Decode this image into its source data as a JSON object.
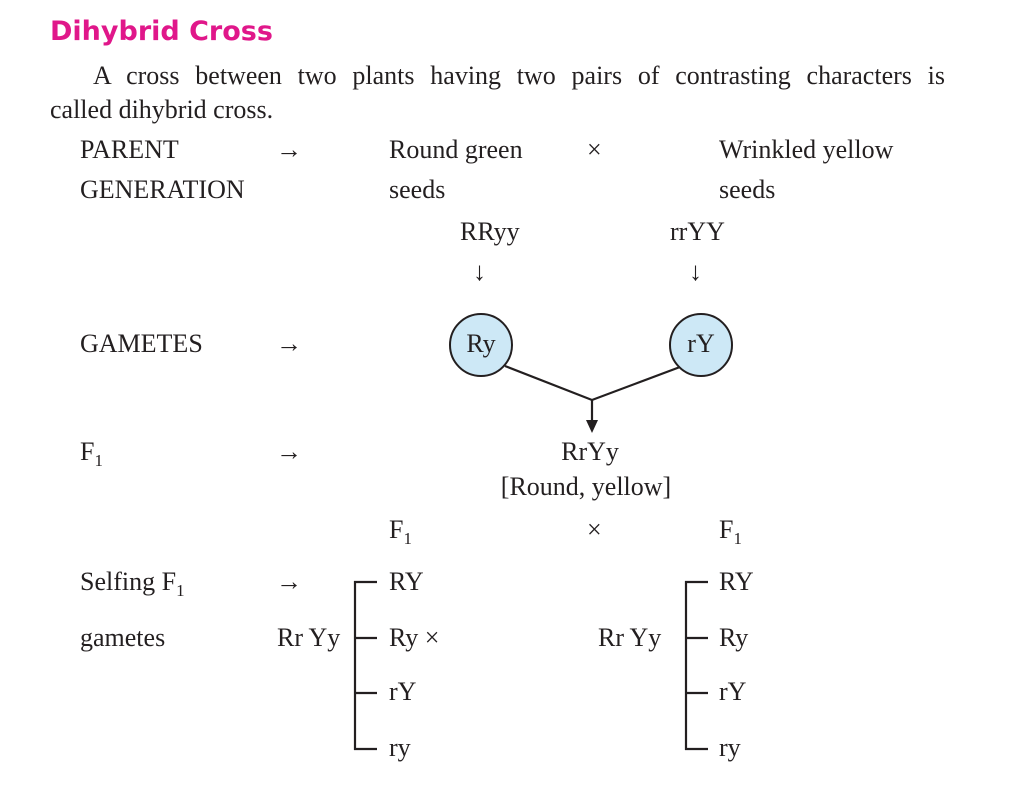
{
  "title": "Dihybrid Cross",
  "intro": {
    "line1": "A cross between two plants having two pairs of contrasting characters is",
    "line2": "called dihybrid cross."
  },
  "arrow": "→",
  "down_arrow": "↓",
  "cross": "×",
  "parent": {
    "label1": "PARENT",
    "label2": "GENERATION",
    "left_line1": "Round green",
    "left_line2": "seeds",
    "right_line1": "Wrinkled yellow",
    "right_line2": "seeds",
    "left_genotype": "RRyy",
    "right_genotype": "rrYY"
  },
  "gametes": {
    "label": "GAMETES",
    "left": "Ry",
    "right": "rY",
    "circle_fill": "#cde8f6"
  },
  "f1": {
    "label": "F",
    "label_sub": "1",
    "genotype": "RrYy",
    "phenotype": "[Round, yellow]"
  },
  "selfing": {
    "label1": "Selfing F",
    "label1_sub": "1",
    "label2": "gametes",
    "parent_label": "F",
    "parent_sub": "1",
    "genotype": "Rr Yy",
    "left_gametes": [
      "RY",
      "Ry ×",
      "rY",
      "ry"
    ],
    "right_gametes": [
      "RY",
      "Ry",
      "rY",
      "ry"
    ]
  }
}
